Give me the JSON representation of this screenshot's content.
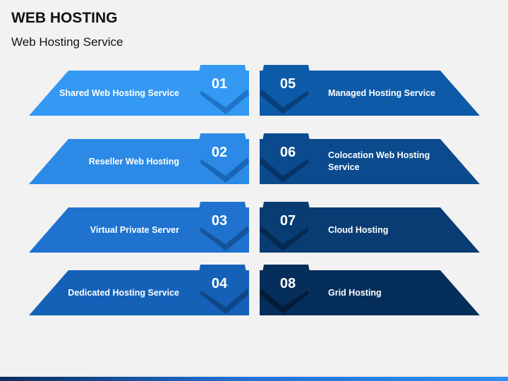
{
  "header": {
    "title": "WEB HOSTING",
    "subtitle": "Web Hosting Service"
  },
  "items": [
    {
      "num": "01",
      "label": "Shared Web Hosting Service",
      "color": "#3399f3",
      "dark": "#1f74c8"
    },
    {
      "num": "02",
      "label": "Reseller Web Hosting",
      "color": "#2c8ae6",
      "dark": "#1a66b6"
    },
    {
      "num": "03",
      "label": "Virtual Private Server",
      "color": "#1f73cf",
      "dark": "#14559e"
    },
    {
      "num": "04",
      "label": "Dedicated Hosting Service",
      "color": "#1561b8",
      "dark": "#0e4687"
    },
    {
      "num": "05",
      "label": "Managed Hosting Service",
      "color": "#0d5aa8",
      "dark": "#083f79"
    },
    {
      "num": "06",
      "label": "Colocation Web Hosting Service",
      "color": "#0a4a8d",
      "dark": "#063467"
    },
    {
      "num": "07",
      "label": "Cloud Hosting",
      "color": "#083c73",
      "dark": "#052a52"
    },
    {
      "num": "08",
      "label": "Grid Hosting",
      "color": "#062e5a",
      "dark": "#031c3a"
    }
  ]
}
